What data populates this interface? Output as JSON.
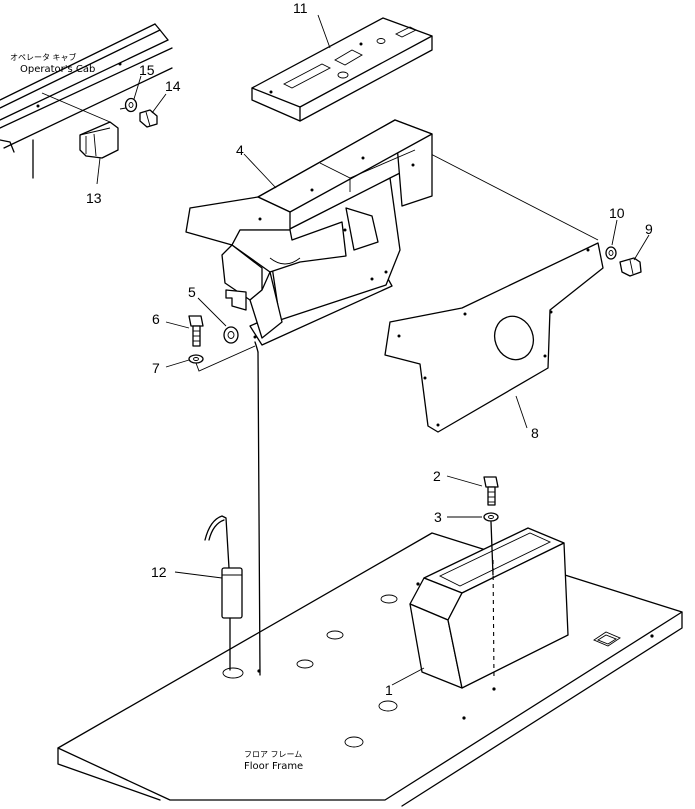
{
  "labels": {
    "cab_jp": "オペレータ キャブ",
    "cab_en": "Operator's Cab",
    "floor_jp": "フロア フレーム",
    "floor_en": "Floor Frame"
  },
  "callouts": [
    "1",
    "2",
    "3",
    "4",
    "5",
    "6",
    "7",
    "8",
    "9",
    "10",
    "11",
    "12",
    "13",
    "14",
    "15"
  ]
}
